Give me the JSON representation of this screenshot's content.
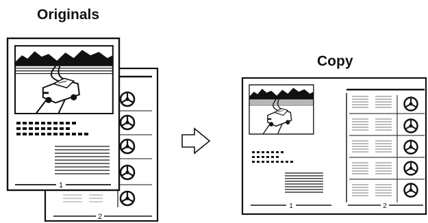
{
  "originals_label": "Originals",
  "copy_label": "Copy",
  "original_page_1_number": "1",
  "original_page_2_number": "2",
  "copy_left_number": "1",
  "copy_right_number": "2",
  "colors": {
    "ink": "#111111",
    "paper": "#ffffff"
  },
  "icons": [
    "landscape-car-illustration",
    "wheel-icon",
    "arrow-right-icon"
  ]
}
